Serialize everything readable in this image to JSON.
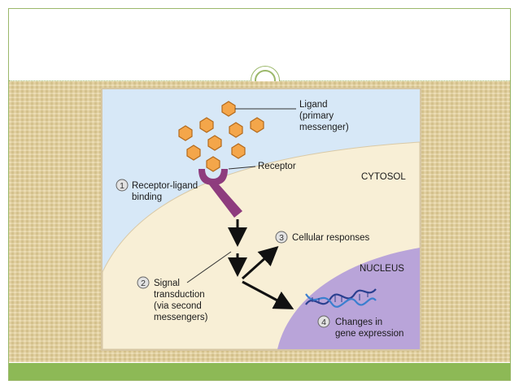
{
  "diagram": {
    "ligand_label": [
      "Ligand",
      "(primary",
      "messenger)"
    ],
    "receptor_label": "Receptor",
    "cytosol_label": "CYTOSOL",
    "nucleus_label": "NUCLEUS",
    "steps": [
      {
        "number": "1",
        "lines": [
          "Receptor-ligand",
          "binding"
        ]
      },
      {
        "number": "2",
        "lines": [
          "Signal",
          "transduction",
          "(via second",
          "messengers)"
        ]
      },
      {
        "number": "3",
        "lines": [
          "Cellular responses"
        ]
      },
      {
        "number": "4",
        "lines": [
          "Changes in",
          "gene expression"
        ]
      }
    ]
  },
  "colors": {
    "slide_border": "#9bb86a",
    "bottom_bar": "#8db956",
    "extracellular": "#d7e8f7",
    "cytosol": "#f8efd6",
    "nucleus": "#b9a4d9",
    "receptor": "#8e3c7e",
    "ligand": "#f4a64a"
  }
}
